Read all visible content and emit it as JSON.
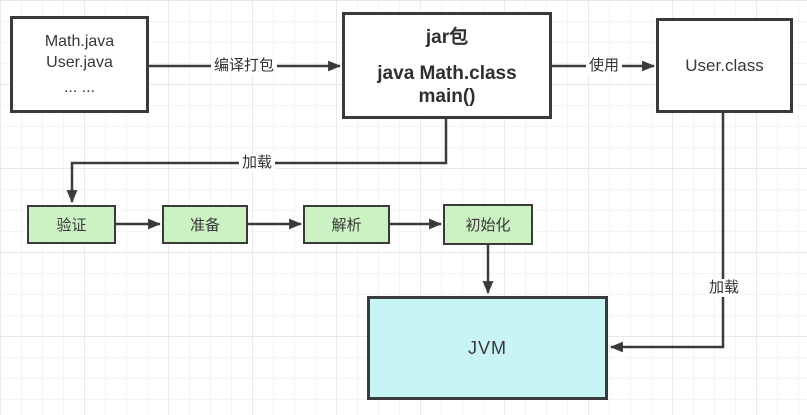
{
  "diagram": {
    "nodes": {
      "source_files": {
        "lines": [
          "Math.java",
          "User.java",
          "... ..."
        ]
      },
      "jar": {
        "title": "jar包",
        "body_line1": "java Math.class",
        "body_line2": "main()"
      },
      "user_class": {
        "label": "User.class"
      },
      "phases": {
        "verify": "验证",
        "prepare": "准备",
        "resolve": "解析",
        "initialize": "初始化"
      },
      "jvm": {
        "label": "JVM"
      }
    },
    "edge_labels": {
      "compile_package": "编译打包",
      "use": "使用",
      "load_from_jar": "加载",
      "load_from_user_class": "加载"
    },
    "colors": {
      "shape_border": "#3a3a3a",
      "phase_fill": "#ccf2c4",
      "jvm_fill": "#c9f4f6",
      "text": "#333333",
      "grid_minor": "#f4f4f4",
      "grid_major": "#e9e9e9",
      "background": "#ffffff"
    }
  }
}
